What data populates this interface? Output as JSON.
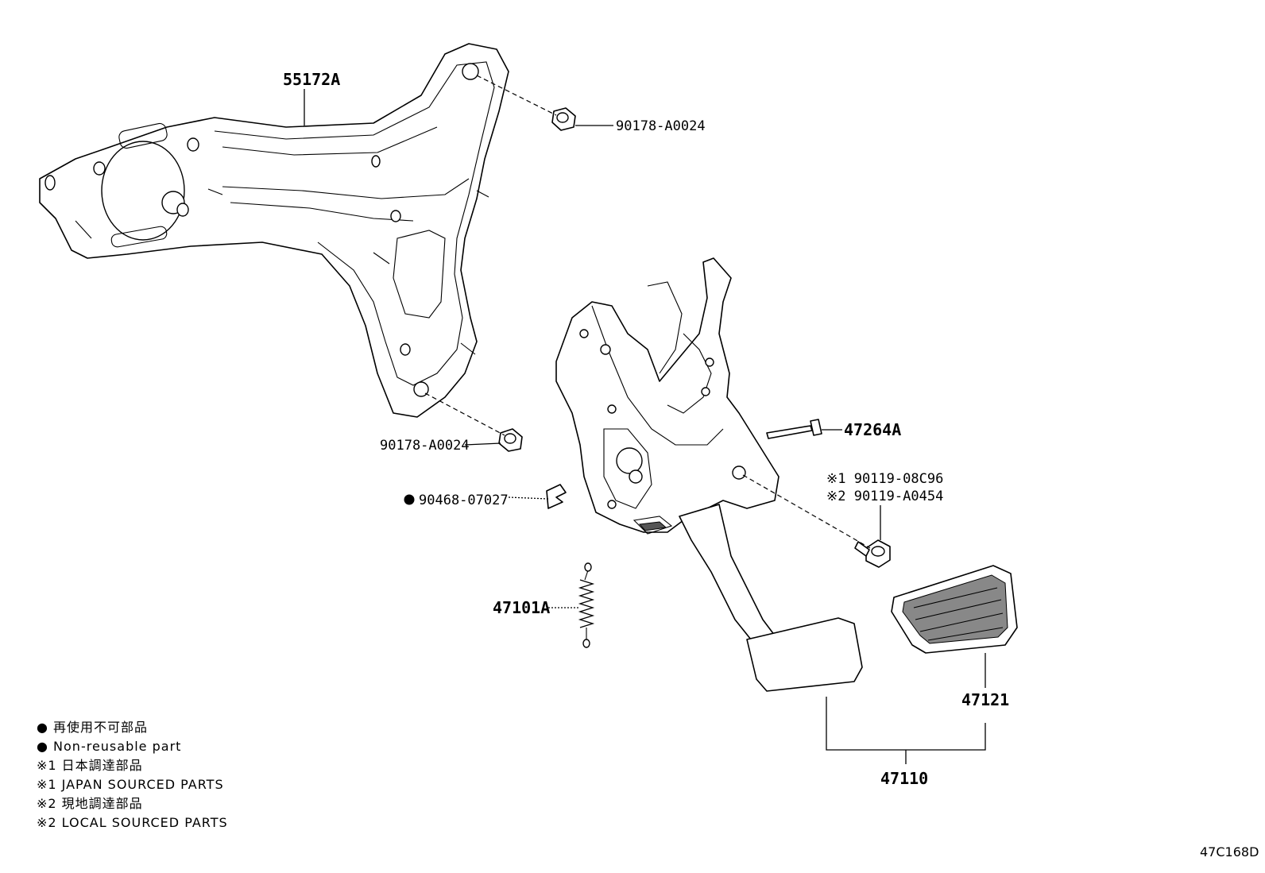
{
  "callouts": {
    "bracket_upper": "55172A",
    "nut_upper": "90178-A0024",
    "nut_lower": "90178-A0024",
    "clip": "90468-07027",
    "pin": "47264A",
    "bolt_note1": "※1 90119-08C96",
    "bolt_note2": "※2 90119-A0454",
    "spring": "47101A",
    "pad": "47121",
    "pedal_assy": "47110"
  },
  "legend": [
    {
      "text": "● 再使用不可部品"
    },
    {
      "text": "● Non-reusable part"
    },
    {
      "text": "※1 日本調達部品"
    },
    {
      "text": "※1 JAPAN SOURCED PARTS"
    },
    {
      "text": "※2 現地調達部品"
    },
    {
      "text": "※2 LOCAL SOURCED PARTS"
    }
  ],
  "reference_code": "47C168D"
}
